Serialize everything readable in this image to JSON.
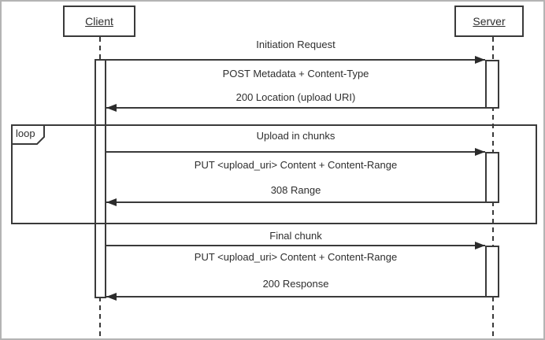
{
  "diagram_type": "uml-sequence-diagram",
  "colors": {
    "line": "#3a3a3a",
    "frame_border": "#b4b4b4",
    "background": "#ffffff",
    "text": "#2e2e2e"
  },
  "actors": [
    {
      "label": "Client"
    },
    {
      "label": "Server"
    }
  ],
  "fragment": {
    "label": "loop"
  },
  "blocks": [
    {
      "title": "Initiation Request",
      "request": "POST Metadata + Content-Type",
      "response": "200 Location (upload URI)"
    },
    {
      "title": "Upload in chunks",
      "request": "PUT <upload_uri> Content + Content-Range",
      "response": "308 Range"
    },
    {
      "title": "Final chunk",
      "request": "PUT <upload_uri> Content + Content-Range",
      "response": "200 Response"
    }
  ]
}
